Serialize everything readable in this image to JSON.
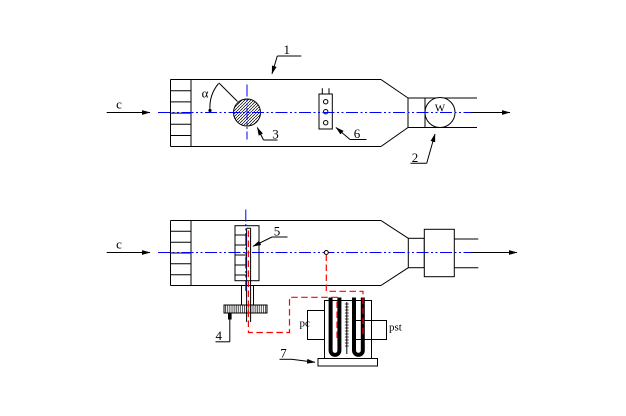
{
  "figure": {
    "background": "#ffffff",
    "colors": {
      "ink": "#000000",
      "centerline": "#0000ff",
      "pressure_line": "#ff0000"
    },
    "top_diagram": {
      "inlet_velocity_label": "c",
      "angle_label": "α",
      "duct_label": "1",
      "fan_label": "2",
      "test_body_label": "3",
      "holder_label": "6",
      "fan_symbol": "W"
    },
    "bottom_diagram": {
      "inlet_velocity_label": "c",
      "traverse_label": "4",
      "probe_label": "5",
      "manometer_label": "7",
      "total_pressure_label": "pc",
      "static_pressure_label": "pst"
    }
  }
}
